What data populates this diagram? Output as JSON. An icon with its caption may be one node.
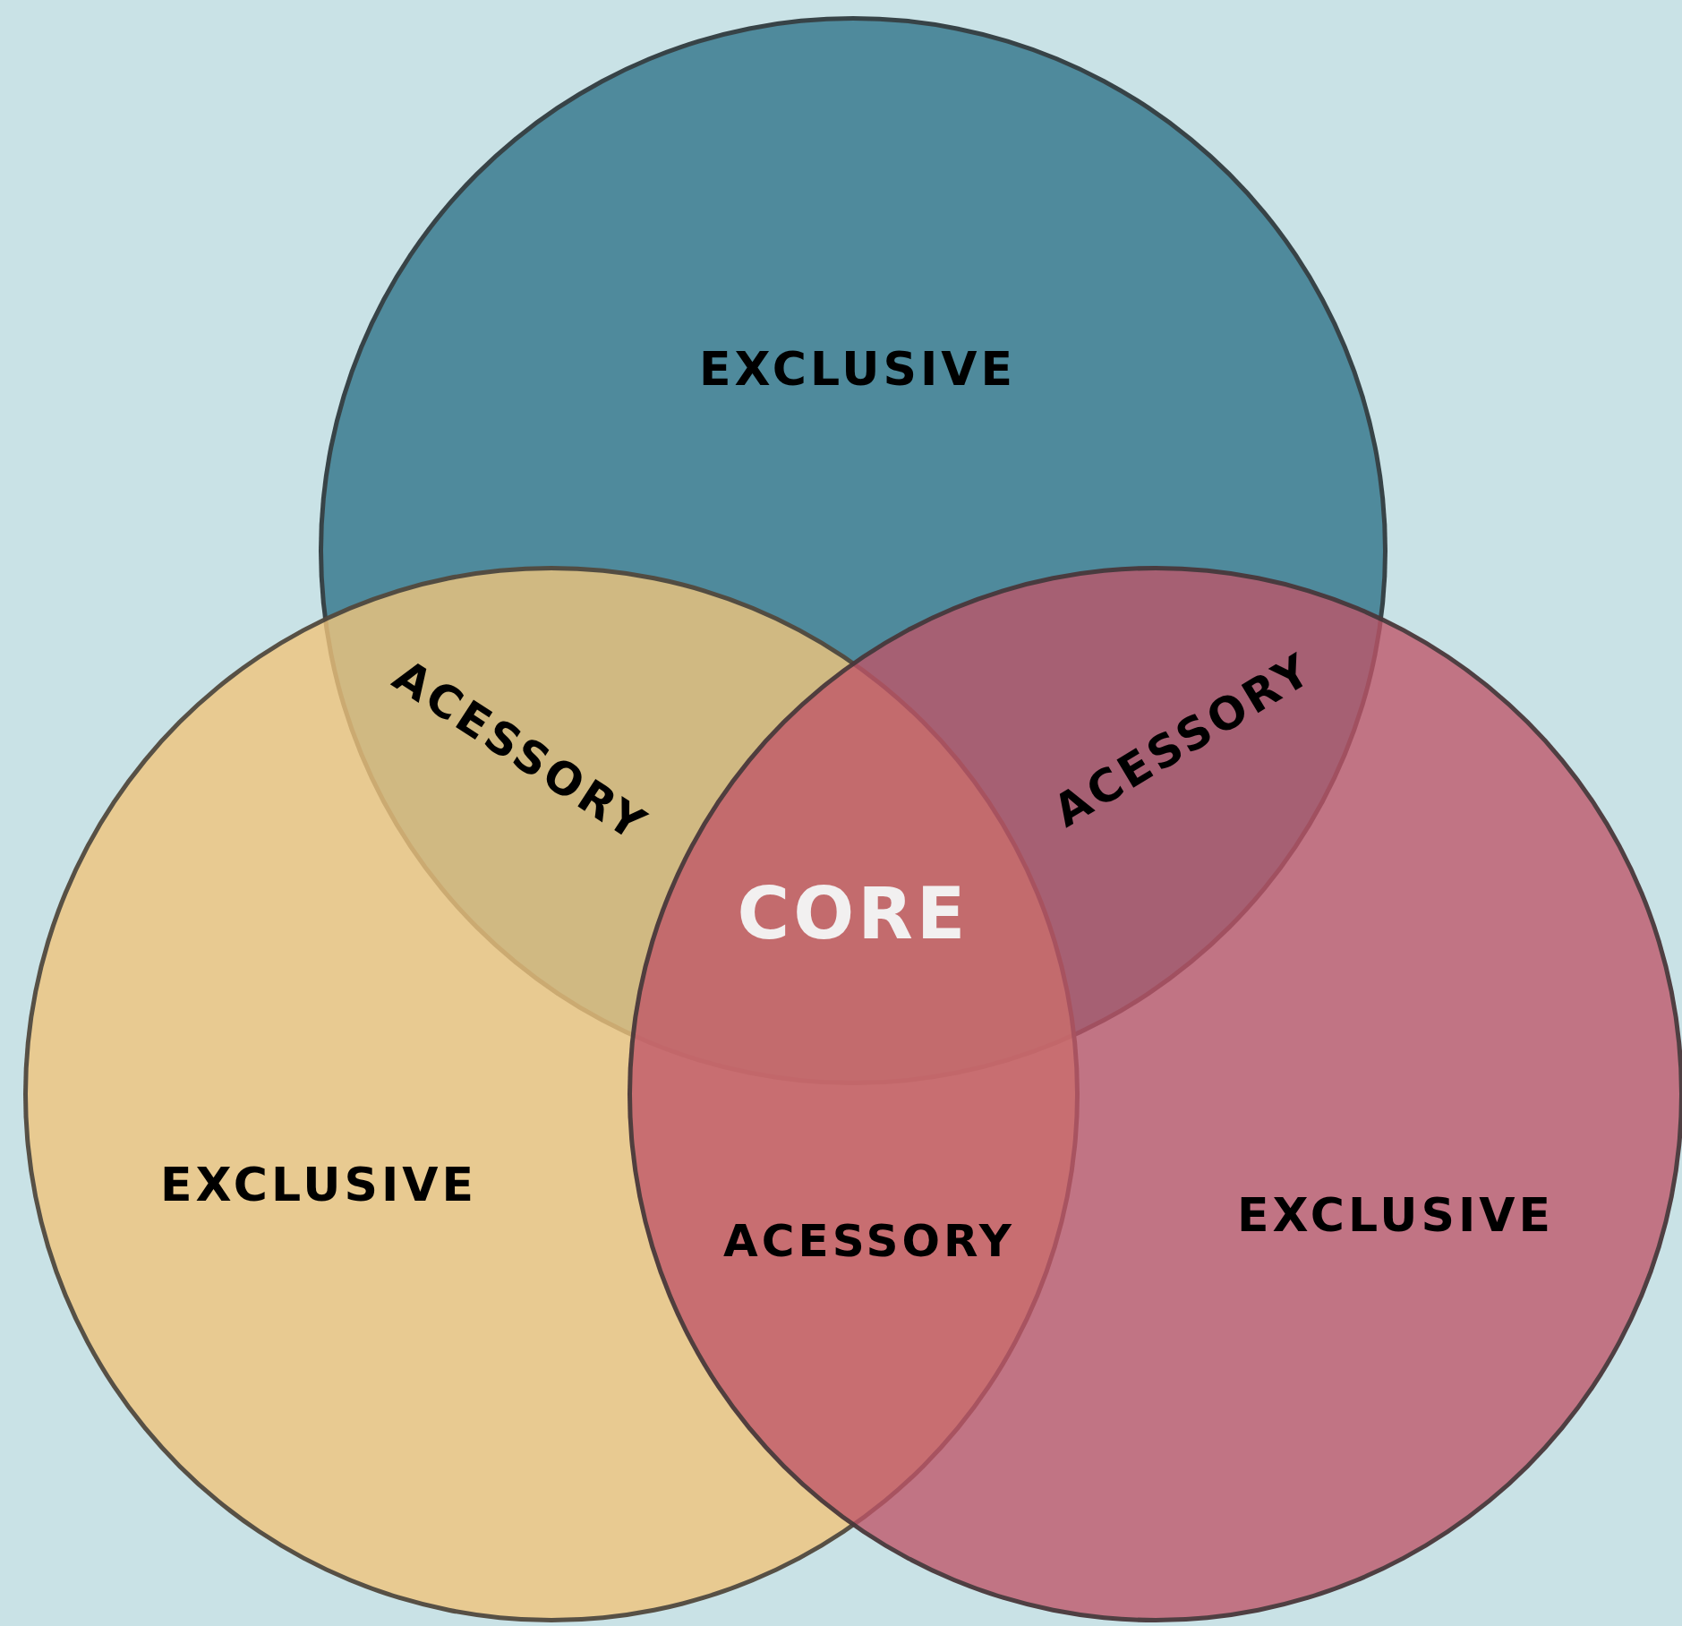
{
  "diagram": {
    "nodes": [
      {
        "text": [
          "EXCLUSIVE"
        ]
      },
      {
        "text": [
          "EXCLUSIVE"
        ]
      },
      {
        "text": [
          "EXCLUSIVE"
        ]
      }
    ],
    "labels": [
      "ACESSORY",
      "ACESSORY",
      "CORE",
      "ACESSORY"
    ]
  }
}
